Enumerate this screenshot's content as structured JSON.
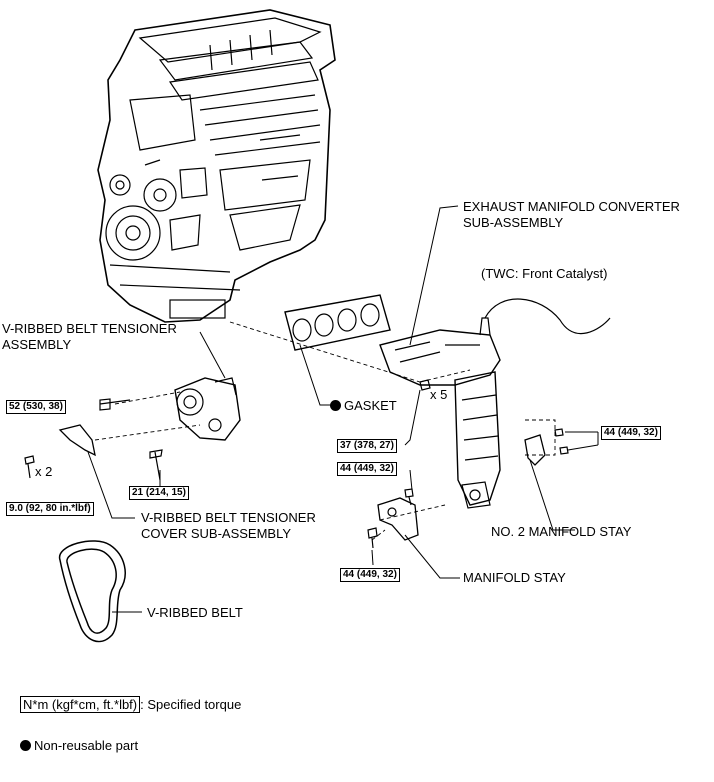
{
  "labels": {
    "exhaust_manifold_1": "EXHAUST MANIFOLD CONVERTER",
    "exhaust_manifold_2": "SUB-ASSEMBLY",
    "twc": "(TWC: Front Catalyst)",
    "tensioner_1": "V-RIBBED BELT TENSIONER",
    "tensioner_2": "ASSEMBLY",
    "gasket": "GASKET",
    "x5": "x 5",
    "x2": "x 2",
    "cover_1": "V-RIBBED BELT TENSIONER",
    "cover_2": "COVER SUB-ASSEMBLY",
    "no2_stay": "NO. 2 MANIFOLD STAY",
    "manifold_stay": "MANIFOLD STAY",
    "belt": "V-RIBBED BELT"
  },
  "torques": {
    "t52": "52 (530, 38)",
    "t9": "9.0 (92, 80 in.*lbf)",
    "t21": "21 (214, 15)",
    "t37": "37 (378, 27)",
    "t44_stay": "44 (449, 32)",
    "t44_right": "44 (449, 32)",
    "t44_lower": "44 (449, 32)"
  },
  "legend": {
    "torque_box": "N*m (kgf*cm, ft.*lbf)",
    "torque_desc": ": Specified torque",
    "nonreusable": "Non-reusable part"
  }
}
